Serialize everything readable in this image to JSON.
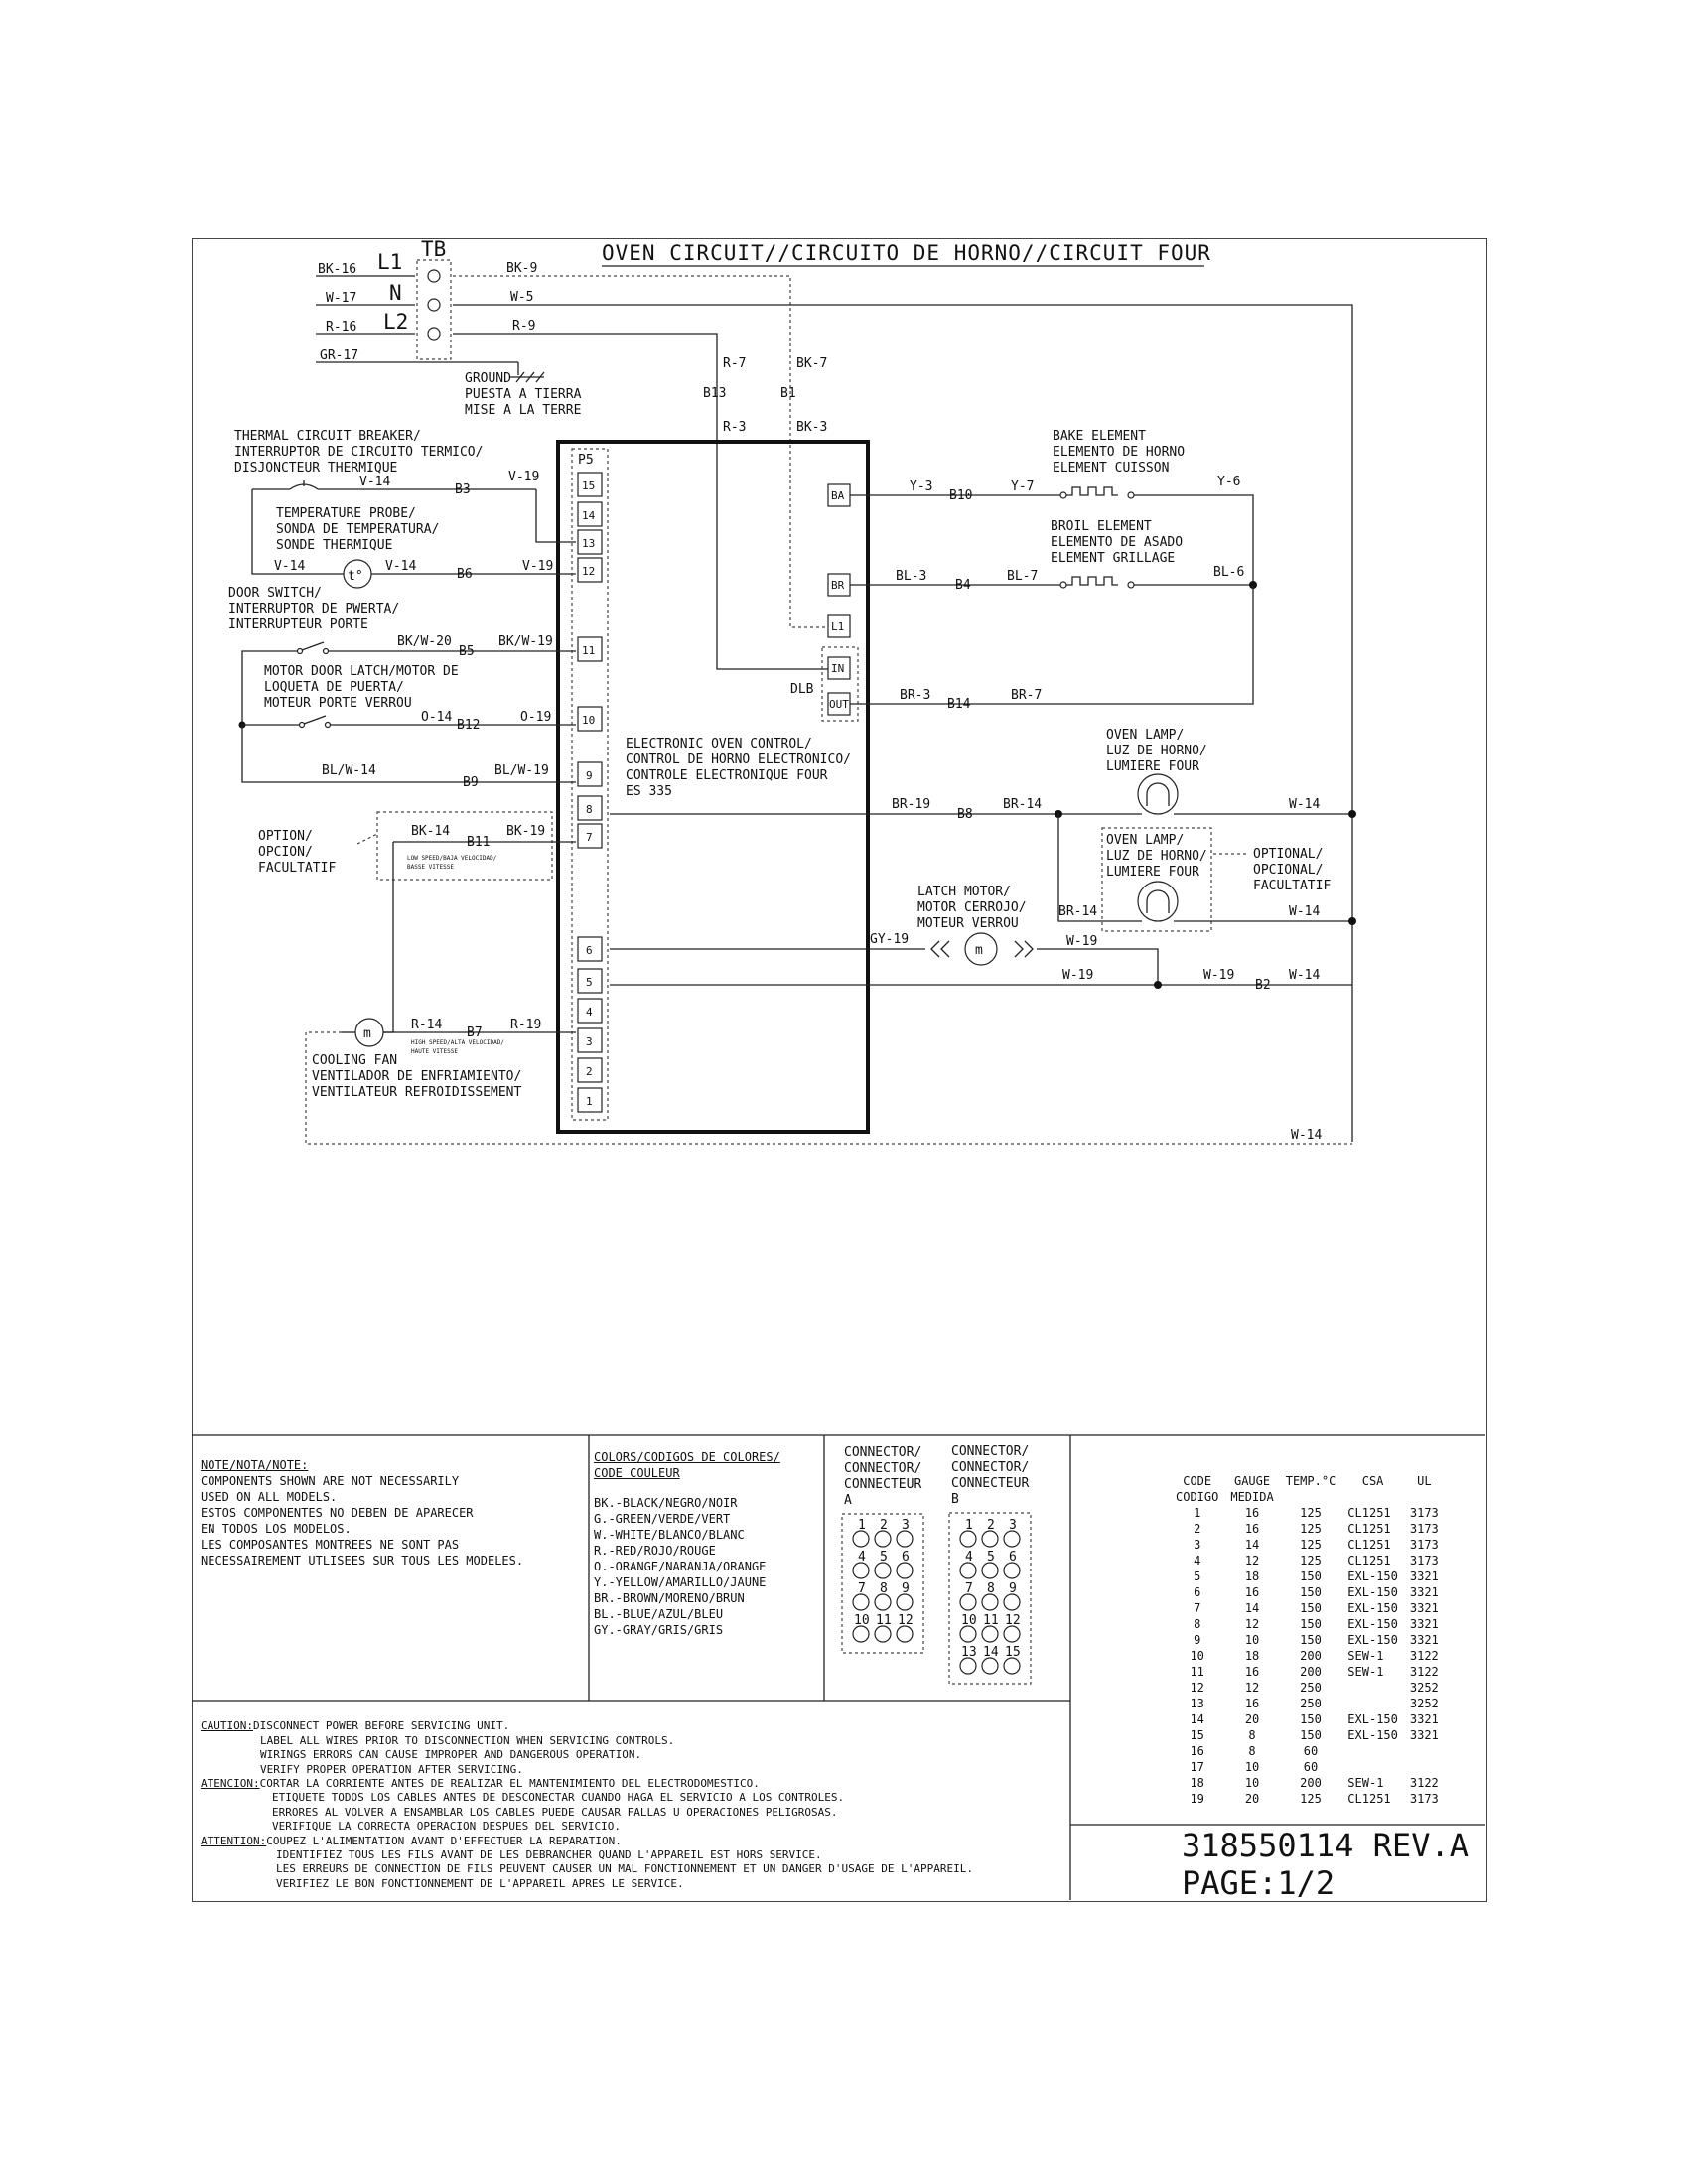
{
  "title": "OVEN CIRCUIT//CIRCUITO DE HORNO//CIRCUIT FOUR",
  "terminal_block": {
    "label": "TB",
    "terminals": [
      "L1",
      "N",
      "L2"
    ]
  },
  "supply_wires": [
    "BK-16",
    "W-17",
    "R-16",
    "GR-17"
  ],
  "ground": [
    "GROUND",
    "PUESTA A TIERRA",
    "MISE A LA TERRE"
  ],
  "wire_labels": {
    "bk9": "BK-9",
    "w5": "W-5",
    "r9": "R-9",
    "r7": "R-7",
    "bk7": "BK-7",
    "b13": "B13",
    "b1": "B1",
    "r3": "R-3",
    "bk3": "BK-3",
    "v14a": "V-14",
    "b3": "B3",
    "v19a": "V-19",
    "v14b": "V-14",
    "v14c": "V-14",
    "b6": "B6",
    "v19b": "V-19",
    "bkw20": "BK/W-20",
    "b5": "B5",
    "bkw19": "BK/W-19",
    "o14": "O-14",
    "b12": "B12",
    "o19": "O-19",
    "blw14": "BL/W-14",
    "b9": "B9",
    "blw19": "BL/W-19",
    "bk14": "BK-14",
    "b11": "B11",
    "bk19": "BK-19",
    "r14": "R-14",
    "b7": "B7",
    "r19": "R-19",
    "y3": "Y-3",
    "b10": "B10",
    "y7": "Y-7",
    "y6": "Y-6",
    "bl3": "BL-3",
    "b4": "B4",
    "bl7": "BL-7",
    "bl6": "BL-6",
    "br3": "BR-3",
    "b14": "B14",
    "br7": "BR-7",
    "br19": "BR-19",
    "b8": "B8",
    "br14a": "BR-14",
    "w14a": "W-14",
    "br14b": "BR-14",
    "w14b": "W-14",
    "gy19": "GY-19",
    "w19a": "W-19",
    "w19b": "W-19",
    "w19c": "W-19",
    "b2": "B2",
    "w14c": "W-14",
    "w14d": "W-14"
  },
  "components": {
    "thermal_breaker": [
      "THERMAL CIRCUIT BREAKER/",
      "INTERRUPTOR DE CIRCUITO TERMICO/",
      "DISJONCTEUR THERMIQUE"
    ],
    "temp_probe": [
      "TEMPERATURE PROBE/",
      "SONDA DE TEMPERATURA/",
      "SONDE THERMIQUE"
    ],
    "temp_probe_symbol": "t°",
    "door_switch": [
      "DOOR SWITCH/",
      "INTERRUPTOR DE PWERTA/",
      "INTERRUPTEUR PORTE"
    ],
    "motor_door_latch": [
      "MOTOR DOOR LATCH/MOTOR DE",
      "LOQUETA DE PUERTA/",
      "MOTEUR PORTE VERROU"
    ],
    "option": [
      "OPTION/",
      "OPCION/",
      "FACULTATIF"
    ],
    "low_speed": [
      "LOW SPEED/BAJA VELOCIDAD/",
      "BASSE VITESSE"
    ],
    "high_speed": [
      "HIGH SPEED/ALTA VELOCIDAD/",
      "HAUTE VITESSE"
    ],
    "cooling_fan": [
      "COOLING FAN",
      "VENTILADOR DE ENFRIAMIENTO/",
      "VENTILATEUR REFROIDISSEMENT"
    ],
    "eoc": [
      "ELECTRONIC OVEN CONTROL/",
      "CONTROL DE HORNO ELECTRONICO/",
      "CONTROLE ELECTRONIQUE FOUR",
      "ES 335"
    ],
    "bake_element": [
      "BAKE ELEMENT",
      "ELEMENTO DE HORNO",
      "ELEMENT CUISSON"
    ],
    "broil_element": [
      "BROIL ELEMENT",
      "ELEMENTO DE ASADO",
      "ELEMENT GRILLAGE"
    ],
    "oven_lamp": [
      "OVEN LAMP/",
      "LUZ DE HORNO/",
      "LUMIERE FOUR"
    ],
    "optional": [
      "OPTIONAL/",
      "OPCIONAL/",
      "FACULTATIF"
    ],
    "latch_motor": [
      "LATCH MOTOR/",
      "MOTOR CERROJO/",
      "MOTEUR VERROU"
    ],
    "motor_symbol": "m"
  },
  "control": {
    "p5_label": "P5",
    "p5_pins": [
      "15",
      "14",
      "13",
      "12",
      "11",
      "10",
      "9",
      "8",
      "7",
      "6",
      "5",
      "4",
      "3",
      "2",
      "1"
    ],
    "right_pins": [
      "BA",
      "BR",
      "L1"
    ],
    "dlb_label": "DLB",
    "dlb_pins": [
      "IN",
      "OUT"
    ]
  },
  "note": {
    "header": "NOTE/NOTA/NOTE:",
    "lines": [
      "COMPONENTS SHOWN ARE NOT NECESSARILY",
      "USED ON ALL MODELS.",
      "ESTOS COMPONENTES NO DEBEN DE APARECER",
      "EN TODOS LOS MODELOS.",
      "LES COMPOSANTES MONTREES NE SONT PAS",
      "NECESSAIREMENT UTLISEES SUR TOUS LES MODELES."
    ]
  },
  "colors": {
    "header": [
      "COLORS/CODIGOS DE COLORES/",
      "CODE COULEUR"
    ],
    "lines": [
      "BK.-BLACK/NEGRO/NOIR",
      "G.-GREEN/VERDE/VERT",
      "W.-WHITE/BLANCO/BLANC",
      "R.-RED/ROJO/ROUGE",
      "O.-ORANGE/NARANJA/ORANGE",
      "Y.-YELLOW/AMARILLO/JAUNE",
      "BR.-BROWN/MORENO/BRUN",
      "BL.-BLUE/AZUL/BLEU",
      "GY.-GRAY/GRIS/GRIS"
    ]
  },
  "connector_a": {
    "label": [
      "CONNECTOR/",
      "CONNECTOR/",
      "CONNECTEUR",
      "A"
    ],
    "rows": [
      [
        "1",
        "2",
        "3"
      ],
      [
        "4",
        "5",
        "6"
      ],
      [
        "7",
        "8",
        "9"
      ],
      [
        "10",
        "11",
        "12"
      ]
    ]
  },
  "connector_b": {
    "label": [
      "CONNECTOR/",
      "CONNECTOR/",
      "CONNECTEUR",
      "B"
    ],
    "rows": [
      [
        "1",
        "2",
        "3"
      ],
      [
        "4",
        "5",
        "6"
      ],
      [
        "7",
        "8",
        "9"
      ],
      [
        "10",
        "11",
        "12"
      ],
      [
        "13",
        "14",
        "15"
      ]
    ]
  },
  "gauge_table": {
    "headers": [
      "CODE",
      "GAUGE",
      "TEMP.°C",
      "CSA",
      "UL"
    ],
    "subheaders": [
      "CODIGO",
      "MEDIDA"
    ],
    "rows": [
      [
        "1",
        "16",
        "125",
        "CL1251",
        "3173"
      ],
      [
        "2",
        "16",
        "125",
        "CL1251",
        "3173"
      ],
      [
        "3",
        "14",
        "125",
        "CL1251",
        "3173"
      ],
      [
        "4",
        "12",
        "125",
        "CL1251",
        "3173"
      ],
      [
        "5",
        "18",
        "150",
        "EXL-150",
        "3321"
      ],
      [
        "6",
        "16",
        "150",
        "EXL-150",
        "3321"
      ],
      [
        "7",
        "14",
        "150",
        "EXL-150",
        "3321"
      ],
      [
        "8",
        "12",
        "150",
        "EXL-150",
        "3321"
      ],
      [
        "9",
        "10",
        "150",
        "EXL-150",
        "3321"
      ],
      [
        "10",
        "18",
        "200",
        "SEW-1",
        "3122"
      ],
      [
        "11",
        "16",
        "200",
        "SEW-1",
        "3122"
      ],
      [
        "12",
        "12",
        "250",
        "",
        "3252"
      ],
      [
        "13",
        "16",
        "250",
        "",
        "3252"
      ],
      [
        "14",
        "20",
        "150",
        "EXL-150",
        "3321"
      ],
      [
        "15",
        "8",
        "150",
        "EXL-150",
        "3321"
      ],
      [
        "16",
        "8",
        "60",
        "",
        ""
      ],
      [
        "17",
        "10",
        "60",
        "",
        ""
      ],
      [
        "18",
        "10",
        "200",
        "SEW-1",
        "3122"
      ],
      [
        "19",
        "20",
        "125",
        "CL1251",
        "3173"
      ]
    ]
  },
  "caution": {
    "l1": "CAUTION:",
    "l1b": "DISCONNECT POWER BEFORE SERVICING UNIT.",
    "l2": "LABEL ALL WIRES PRIOR TO DISCONNECTION WHEN SERVICING CONTROLS.",
    "l3": "WIRINGS ERRORS CAN CAUSE IMPROPER AND DANGEROUS OPERATION.",
    "l4": "VERIFY PROPER OPERATION AFTER SERVICING.",
    "l5": "ATENCION:",
    "l5b": "CORTAR LA CORRIENTE ANTES DE REALIZAR EL MANTENIMIENTO DEL ELECTRODOMESTICO.",
    "l6": "ETIQUETE TODOS LOS CABLES ANTES DE DESCONECTAR CUANDO HAGA EL SERVICIO A LOS CONTROLES.",
    "l7": "ERRORES AL VOLVER A ENSAMBLAR LOS CABLES PUEDE CAUSAR FALLAS U OPERACIONES PELIGROSAS.",
    "l8": "VERIFIQUE LA CORRECTA OPERACION DESPUES DEL SERVICIO.",
    "l9": "ATTENTION:",
    "l9b": "COUPEZ L'ALIMENTATION AVANT D'EFFECTUER LA REPARATION.",
    "l10": "IDENTIFIEZ TOUS LES FILS AVANT DE LES DEBRANCHER QUAND L'APPAREIL EST HORS SERVICE.",
    "l11": "LES ERREURS DE CONNECTION DE FILS PEUVENT CAUSER UN MAL FONCTIONNEMENT ET UN DANGER D'USAGE DE L'APPAREIL.",
    "l12": "VERIFIEZ LE BON FONCTIONNEMENT DE L'APPAREIL APRES LE SERVICE."
  },
  "part_number": "318550114 REV.A",
  "page": "PAGE:1/2"
}
